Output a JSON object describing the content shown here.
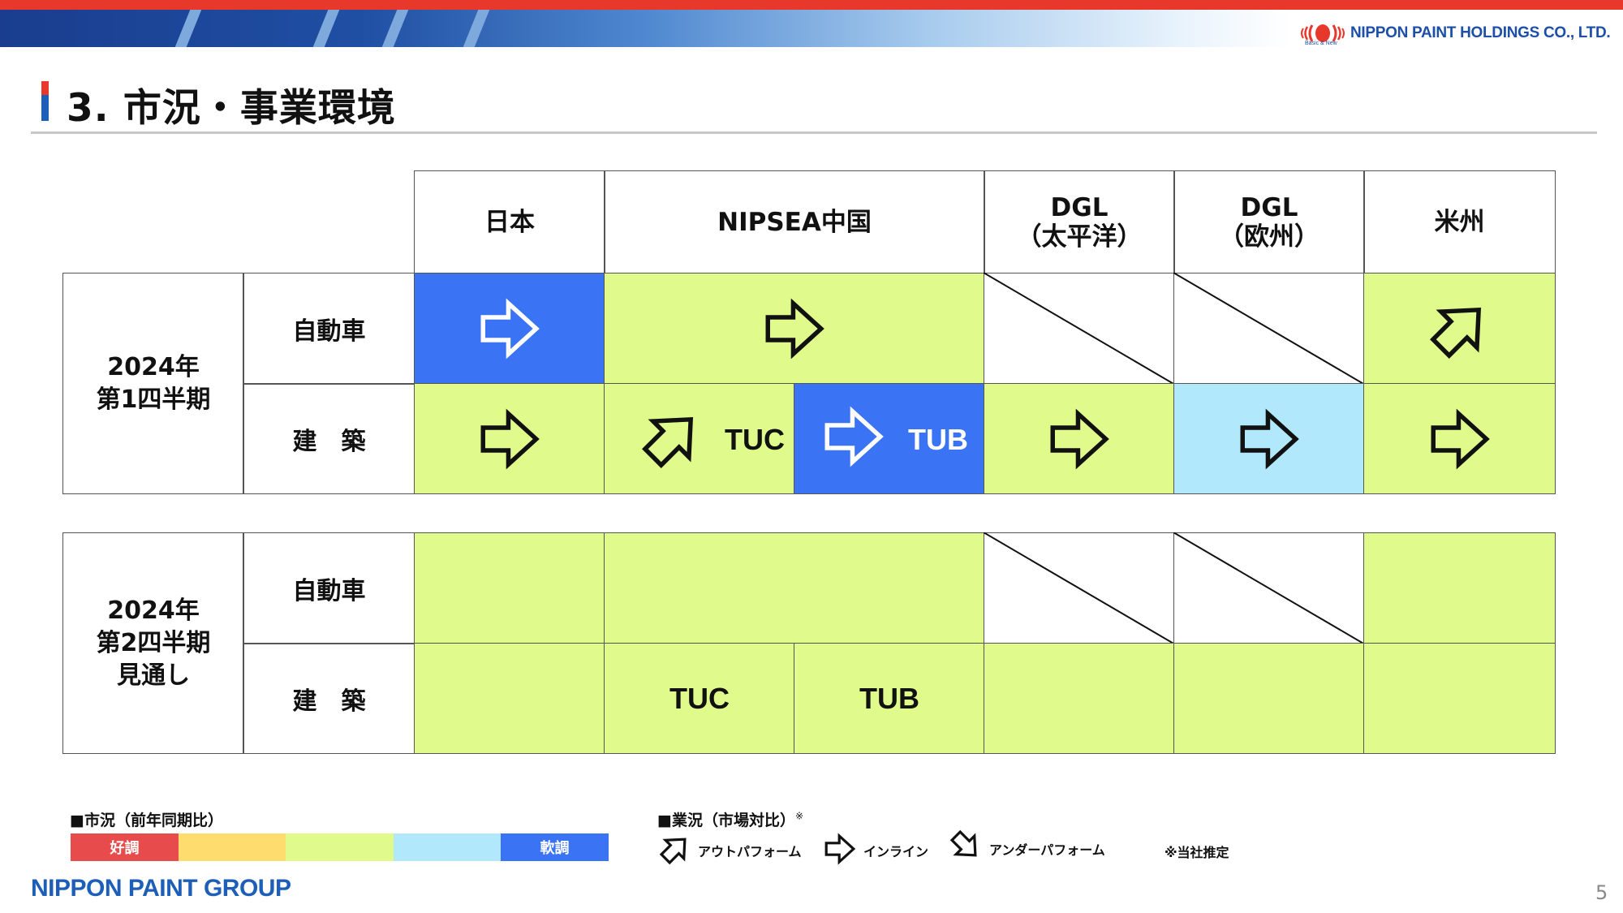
{
  "header": {
    "company_name": "NIPPON PAINT HOLDINGS CO., LTD.",
    "company_tagline": "Basic & New",
    "brand_red": "#e8382b",
    "brand_blue": "#1d4ea8"
  },
  "page_title": "3. 市況・事業環境",
  "table": {
    "columns": [
      "日本",
      "NIPSEA中国",
      "DGL\n（太平洋）",
      "DGL\n（欧州）",
      "米州"
    ],
    "row_labels": {
      "auto": "自動車",
      "build": "建　築"
    },
    "q1": {
      "period": "2024年\n第1四半期",
      "auto": [
        {
          "region": "日本",
          "color": "#3a74f5",
          "arrow": "inline-icon",
          "arrow_color": "#ffffff"
        },
        {
          "region": "NIPSEA中国",
          "color": "#e0fb8c",
          "arrow": "inline-icon"
        },
        {
          "region": "DGL（太平洋）",
          "color": "none",
          "arrow": "none"
        },
        {
          "region": "DGL（欧州）",
          "color": "none",
          "arrow": "none"
        },
        {
          "region": "米州",
          "color": "#e0fb8c",
          "arrow": "outperform-icon"
        }
      ],
      "build": [
        {
          "region": "日本",
          "color": "#e0fb8c",
          "arrow": "inline-icon"
        },
        {
          "region": "NIPSEA中国",
          "segment": "TUC",
          "label": "TUC",
          "color": "#e0fb8c",
          "arrow": "outperform-icon"
        },
        {
          "region": "NIPSEA中国",
          "segment": "TUB",
          "label": "TUB",
          "color": "#3a74f5",
          "arrow": "inline-icon",
          "arrow_color": "#ffffff"
        },
        {
          "region": "DGL（太平洋）",
          "color": "#e0fb8c",
          "arrow": "inline-icon"
        },
        {
          "region": "DGL（欧州）",
          "color": "#b1e8fb",
          "arrow": "inline-icon"
        },
        {
          "region": "米州",
          "color": "#e0fb8c",
          "arrow": "inline-icon"
        }
      ]
    },
    "q2": {
      "period": "2024年\n第2四半期\n見通し",
      "build_tuc": "TUC",
      "build_tub": "TUB"
    }
  },
  "legend": {
    "market_title": "■市況（前年同期比）",
    "market_good": "好調",
    "market_weak": "軟調",
    "market_colors": [
      "#e84b4b",
      "#ffdc6e",
      "#e0fb8c",
      "#b1e8fb",
      "#3a74f5"
    ],
    "business_title": "■業況（市場対比）",
    "business_note_mark": "※",
    "items": [
      "アウトパフォーム",
      "インライン",
      "アンダーパフォーム"
    ],
    "estimate_note": "※当社推定"
  },
  "footer": {
    "group_name": "NIPPON PAINT GROUP",
    "page_number": "5"
  }
}
